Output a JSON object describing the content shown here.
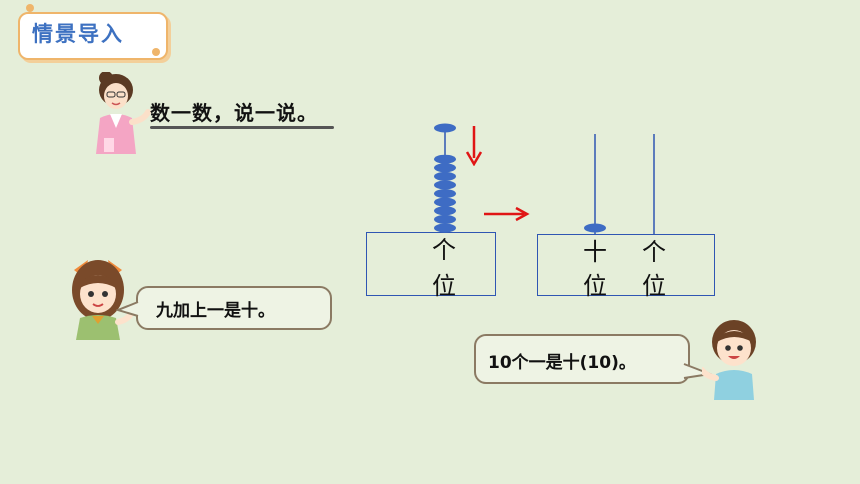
{
  "header": {
    "title": "情景导入"
  },
  "teacher": {
    "speech": "数一数，说一说。"
  },
  "girl": {
    "speech": "九加上一是十。"
  },
  "boy": {
    "speech": "10个一是十(10)。"
  },
  "abacus_left": {
    "label_top": "个",
    "label_bottom": "位",
    "beads_on_rod": 9,
    "bead_moving": 1
  },
  "abacus_right": {
    "tens": {
      "label_top": "十",
      "label_bottom": "位",
      "beads": 1
    },
    "ones": {
      "label_top": "个",
      "label_bottom": "位",
      "beads": 0
    }
  },
  "colors": {
    "bead": "#3e6cc4",
    "arrow": "#e01515",
    "box": "#2f56b3",
    "title": "#3d71c1"
  }
}
